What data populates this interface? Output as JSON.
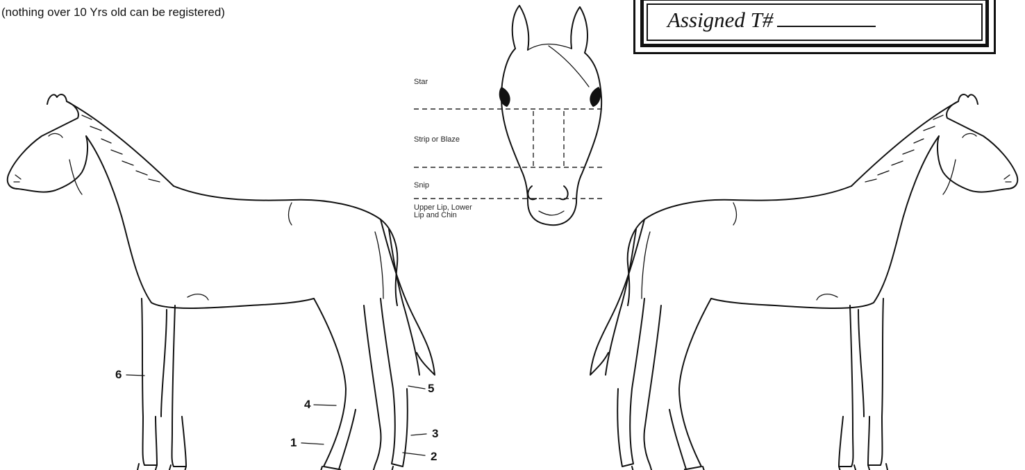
{
  "note": "(nothing over 10 Yrs old can be registered)",
  "assigned_label": "Assigned T#",
  "face_chart": {
    "labels": [
      "Star",
      "Strip or Blaze",
      "Snip",
      "Upper Lip, Lower",
      "Lip and Chin"
    ]
  },
  "leg_numbers": [
    "6",
    "4",
    "1",
    "5",
    "3",
    "2"
  ]
}
